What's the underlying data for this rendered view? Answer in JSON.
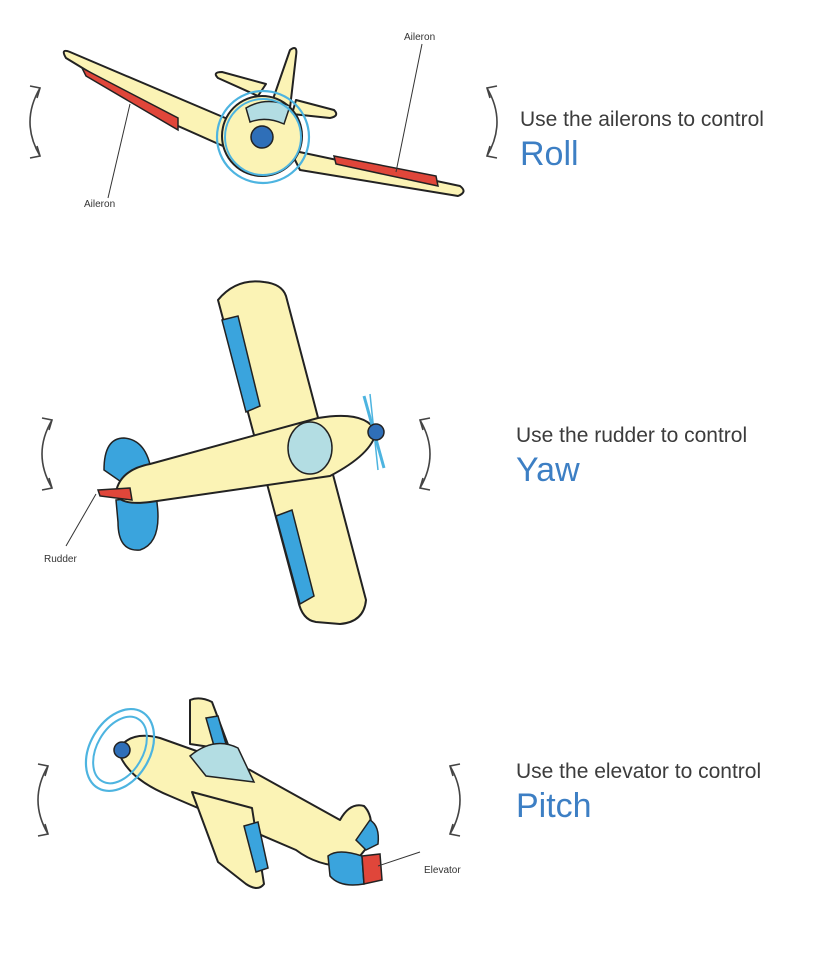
{
  "colors": {
    "fuselage": "#fbf3b5",
    "control_surface_active": "#e0463a",
    "control_surface": "#3aa4dd",
    "canopy": "#b3dde3",
    "hub": "#2f6fb8",
    "propeller_ring": "#4db4e0",
    "accent_text": "#3d7fc4"
  },
  "sections": {
    "roll": {
      "lead_text": "Use the ailerons to control",
      "axis_name": "Roll",
      "callouts": [
        "Aileron",
        "Aileron"
      ]
    },
    "yaw": {
      "lead_text": "Use the rudder to control",
      "axis_name": "Yaw",
      "callouts": [
        "Rudder"
      ]
    },
    "pitch": {
      "lead_text": "Use the elevator to control",
      "axis_name": "Pitch",
      "callouts": [
        "Elevator"
      ]
    }
  }
}
